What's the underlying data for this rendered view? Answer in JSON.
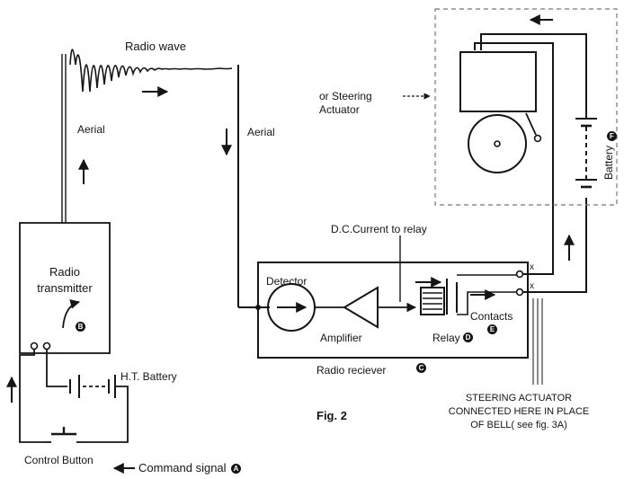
{
  "labels": {
    "radio_wave": "Radio wave",
    "aerial_left": "Aerial",
    "aerial_right": "Aerial",
    "radio_transmitter": "Radio\ntransmitter",
    "ht_battery": "H.T. Battery",
    "control_button": "Control Button",
    "command_signal": "Command signal",
    "or_steering_actuator": "or Steering\nActuator",
    "battery": "Battery",
    "dc_current": "D.C.Current to relay",
    "detector": "Detector",
    "amplifier": "Amplifier",
    "relay": "Relay",
    "contacts": "Contacts",
    "radio_receiver": "Radio reciever",
    "fig": "Fig. 2",
    "note": "STEERING ACTUATOR\nCONNECTED HERE IN PLACE\nOF BELL( see fig. 3A)",
    "x_mark": "x"
  },
  "badges": {
    "command_signal": "A",
    "transmitter": "B",
    "receiver": "C",
    "relay": "D",
    "contacts": "E",
    "battery": "F"
  },
  "colors": {
    "ink": "#151515",
    "background": "#ffffff",
    "dashed_box": "#777777"
  }
}
